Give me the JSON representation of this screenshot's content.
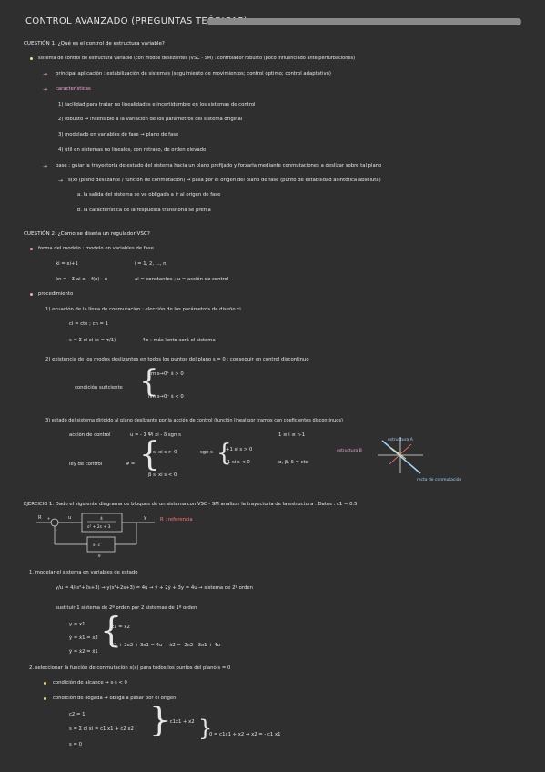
{
  "header": {
    "title": "CONTROL AVANZADO (PREGUNTAS TEÓRICAS)"
  },
  "q1": {
    "title": "CUESTIÓN 1. ¿Qué es el control de estructura variable?",
    "definition": "sistema de control de estructura variable (con modos deslizantes (VSC - SM) : controlador robusto (poco influenciado ante perturbaciones)",
    "application": "principal aplicación : estabilización de sistemas (seguimiento de movimientos; control óptimo; control adaptativo)",
    "char_title": "características",
    "chars": [
      "1) facilidad para tratar no linealidades e incertidumbre en los sistemas de control",
      "2) robusto → insensible a la variación de los parámetros del sistema original",
      "3) modelado en variables de fase → plano de fase",
      "4) útil en sistemas no lineales, con retraso, de orden elevado"
    ],
    "base": "base : guiar la trayectoria de estado del sistema hacia un plano prefijado y forzarla mediante conmutaciones a deslizar sobre tal plano",
    "sx": "s(x) (plano deslizante / función de conmutación) → pasa por el origen del plano de fase (punto de estabilidad asintótica absoluta)",
    "sx_items": [
      "a. la salida del sistema se ve obligada a ir al origen de fase",
      "b. la característica de la respuesta transitoria se prefija"
    ]
  },
  "q2": {
    "title": "CUESTIÓN 2. ¿Cómo se diseña un regulador VSC?",
    "model_label": "forma del modelo : modelo en variables de fase",
    "eq1": "ẋi = xi+1",
    "eq1_note": "i = 1, 2, ..., n",
    "eq2": "ẋn = - Σ ai xi - f(x) - u",
    "eq2_note": "ai = constantes ; u = acción de control",
    "proc_label": "procedimiento",
    "step1": "1) ecuación de la línea de conmutación : elección de los parámetros de diseño ci",
    "step1_a": "ci = cte ; cn = 1",
    "step1_b": "s = Σ ci xi   (c = τ/1)",
    "step1_note": "↑c : más lento será el sistema",
    "step2": "2) existencia de los modos deslizantes en todos los puntos del plano s = 0 : conseguir un control discontinuo",
    "cond_label": "condición suficiente",
    "cond_a": "lim s→0⁺ ṡ > 0",
    "cond_b": "lim s→0⁻ ṡ < 0",
    "step3": "3) estado del sistema dirigido al plano deslizante por la acción de control (función lineal por tramos con coeficientes discontinuos)",
    "action_label": "acción de control",
    "action_eq": "u = - Σ Ψi xi - δ sgn s",
    "action_note": "1 ≤ i ≤ n-1",
    "law_label": "ley de control",
    "psi": "Ψ =",
    "alpha_row": "α    si  xi s > 0",
    "beta_row": "β    si  xi s < 0",
    "sgn_label": "sgn s",
    "sgn_a": "+1  si  s > 0",
    "sgn_b": "-1  si  s < 0",
    "consts": "α, β, δ = cte",
    "diag_struct_a": "estructura A",
    "diag_struct_b": "estructura B",
    "diag_line": "recta de conmutación"
  },
  "ex1": {
    "title": "EJERCICIO 1. Dado el siguiente diagrama de bloques de un sistema con VSC - SM analizar la trayectoria de la estructura . Datos : c1 = 0.5",
    "ref_note": "R : referencia",
    "block_r": "R",
    "block_u": "u",
    "block_y": "y",
    "block_tf_num": "4",
    "block_tf_den": "s² + 2s + 3",
    "block_fb": "s² c",
    "block_fb2": "θ",
    "plus": "+",
    "minus": "-",
    "p1": "1. modelar el sistema en variables de estado",
    "p1_eq": "y/u = 4/(s²+2s+3) → y(s²+2s+3) = 4u → ÿ + 2ẏ + 3y = 4u → sistema de 2º orden",
    "p1_sub": "sustituir 1 sistema de 2º orden por 2 sistemas de 1º orden",
    "sys_l1": "y = x1",
    "sys_l2": "ẏ = ẋ1 = x2",
    "sys_l3": "ÿ = ẋ2 = ẍ1",
    "sys_r1": "ẋ1 = x2",
    "sys_r2": "ẍ2 + 2x2 + 3x1 = 4u → ẋ2 = -2x2 - 3x1 + 4u",
    "p2": "2. seleccionar la función de conmutación s(x) para todos los puntos del plano s = 0",
    "p2_a": "condición de alcance → s·ṡ < 0",
    "p2_b": "condición de llegada → obliga a pasar por el origen",
    "c2": "c2 = 1",
    "s_sum": "s = Σ ci xi = c1 x1 + c2 x2",
    "s0": "s = 0",
    "s_res": "s = c1x1 + x2",
    "final": "0 = c1x1 + x2 → x2 = - c1 x1"
  }
}
